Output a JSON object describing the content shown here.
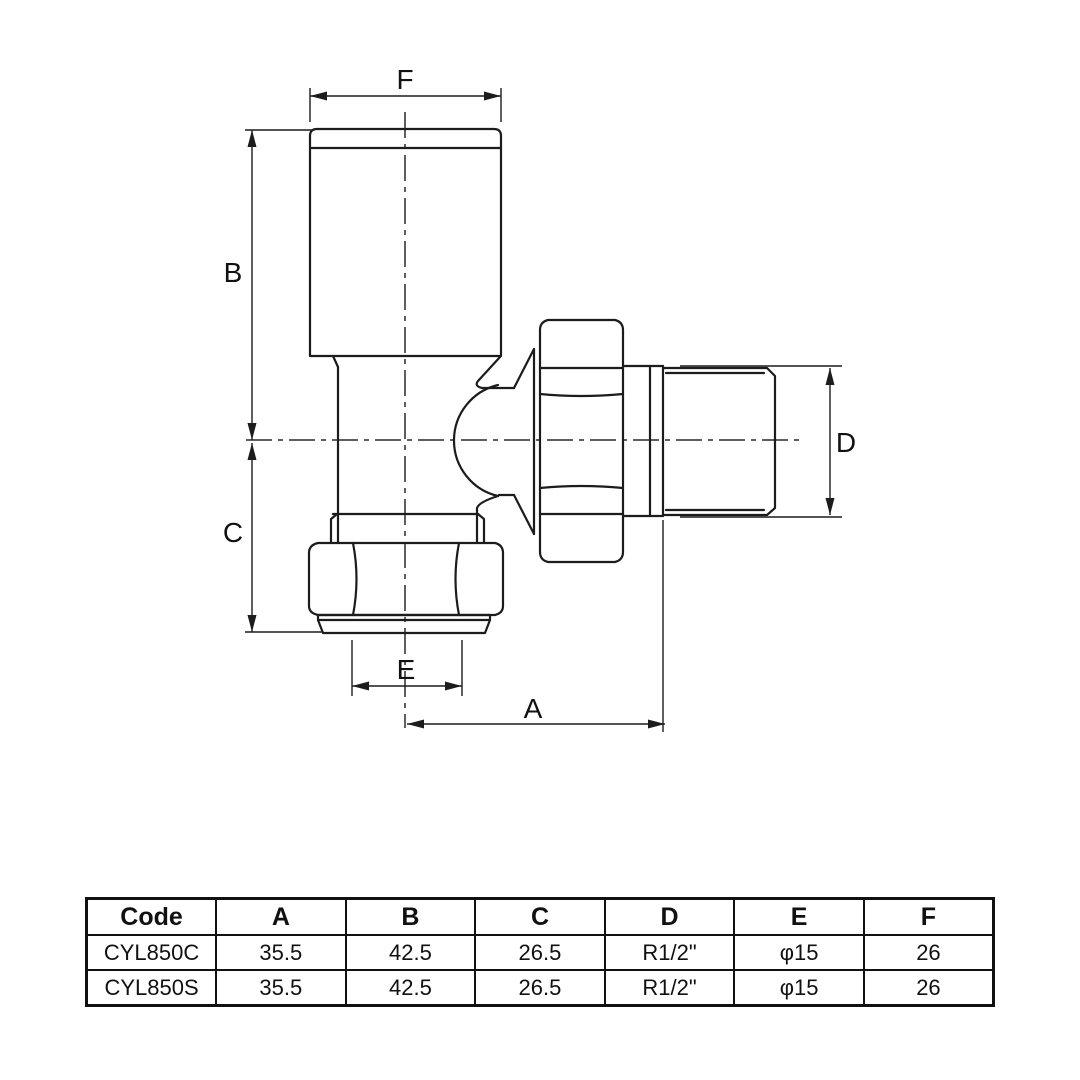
{
  "drawing": {
    "dim_labels": {
      "F": "F",
      "B": "B",
      "C": "C",
      "D": "D",
      "E": "E",
      "A": "A"
    }
  },
  "table": {
    "headers": [
      "Code",
      "A",
      "B",
      "C",
      "D",
      "E",
      "F"
    ],
    "rows": [
      [
        "CYL850C",
        "35.5",
        "42.5",
        "26.5",
        "R1/2\"",
        "φ15",
        "26"
      ],
      [
        "CYL850S",
        "35.5",
        "42.5",
        "26.5",
        "R1/2\"",
        "φ15",
        "26"
      ]
    ]
  }
}
